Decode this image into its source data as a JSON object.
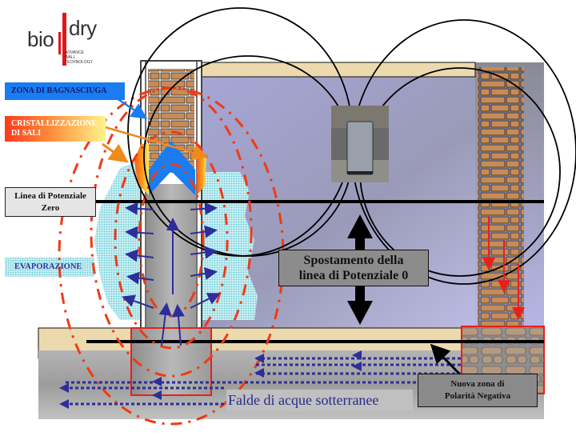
{
  "logo": {
    "word_left": "bio",
    "word_right": "dry",
    "tagline": [
      "ADVANCE",
      "WALL",
      "TECHNOLOGY"
    ],
    "bar_color": "#e0161b"
  },
  "labels": {
    "zona_bagnasciuga": "ZONA DI BAGNASCIUGA",
    "cristallizzazione_line1": "CRISTALLIZZAZIONE",
    "cristallizzazione_line2": "DI SALI",
    "linea_potenziale_line1": "Linea di Potenziale",
    "linea_potenziale_line2": "Zero",
    "evaporazione": "EVAPORAZIONE",
    "spostamento_line1": "Spostamento della",
    "spostamento_line2": "linea di Potenziale 0",
    "falde": "Falde di acque sotterranee",
    "nuova_zona_line1": "Nuova zona di",
    "nuova_zona_line2": "Polarità Negativa"
  },
  "colors": {
    "bagnasciuga": "#1a7cf0",
    "evaporation_zone": "#9fe3ea",
    "room_interior": "#b8b8e6",
    "potential_line": "#000000",
    "field_dashes": "#f03a14",
    "water_flow_arrows": "#2d2d9c",
    "migration_arrows": "#e8201a",
    "plaster": "#ecd9ae",
    "brick": "#c98b55"
  },
  "device": {
    "name": "bio-dry-device-image"
  }
}
